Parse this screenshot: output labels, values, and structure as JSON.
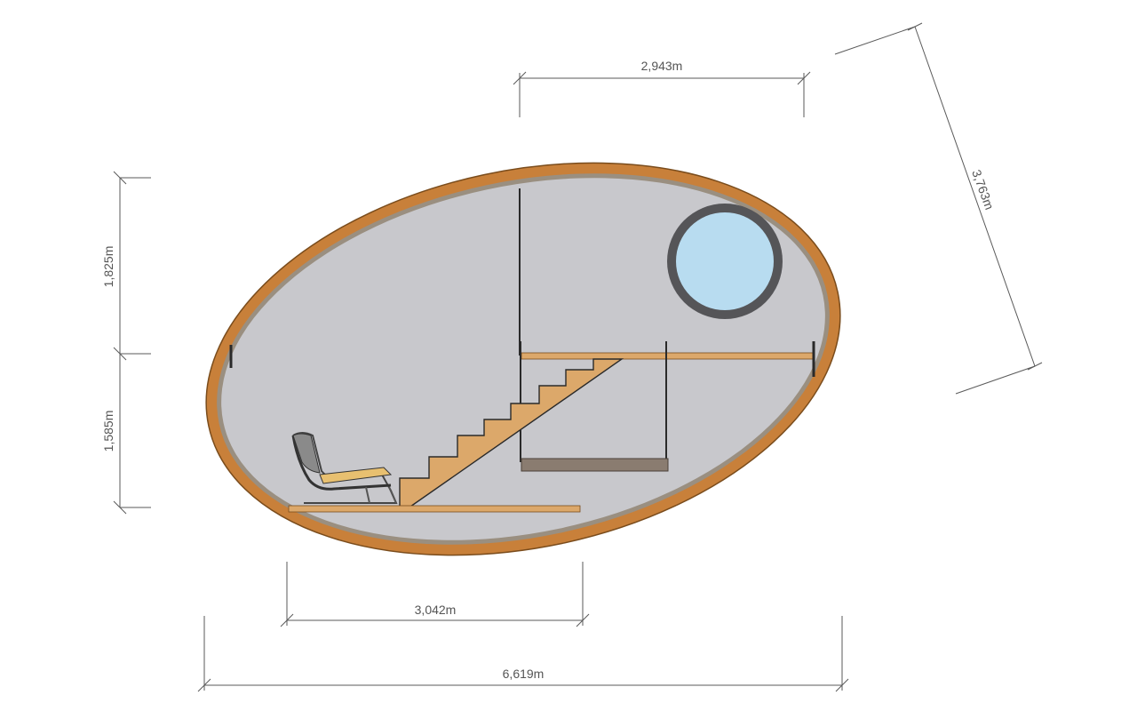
{
  "dimensions": {
    "top_width": "2,943m",
    "diagonal": "3,763m",
    "upper_height": "1,825m",
    "lower_height": "1,585m",
    "floor_width": "3,042m",
    "overall_width": "6,619m"
  },
  "colors": {
    "background": "#ffffff",
    "shell_outer": "#c8803a",
    "shell_edge": "#7a4c1c",
    "shell_inner": "#9a8f80",
    "interior": "#c8c8cc",
    "wood": "#dca86a",
    "dark_line": "#2a2a2a",
    "porthole_frame": "#555558",
    "porthole_glass": "#b8dcf0",
    "bed": "#8a7c70",
    "dimension_line": "#5a5a5a"
  },
  "icons": {
    "chair": "lounge-chair-icon",
    "window": "porthole-window-icon"
  }
}
